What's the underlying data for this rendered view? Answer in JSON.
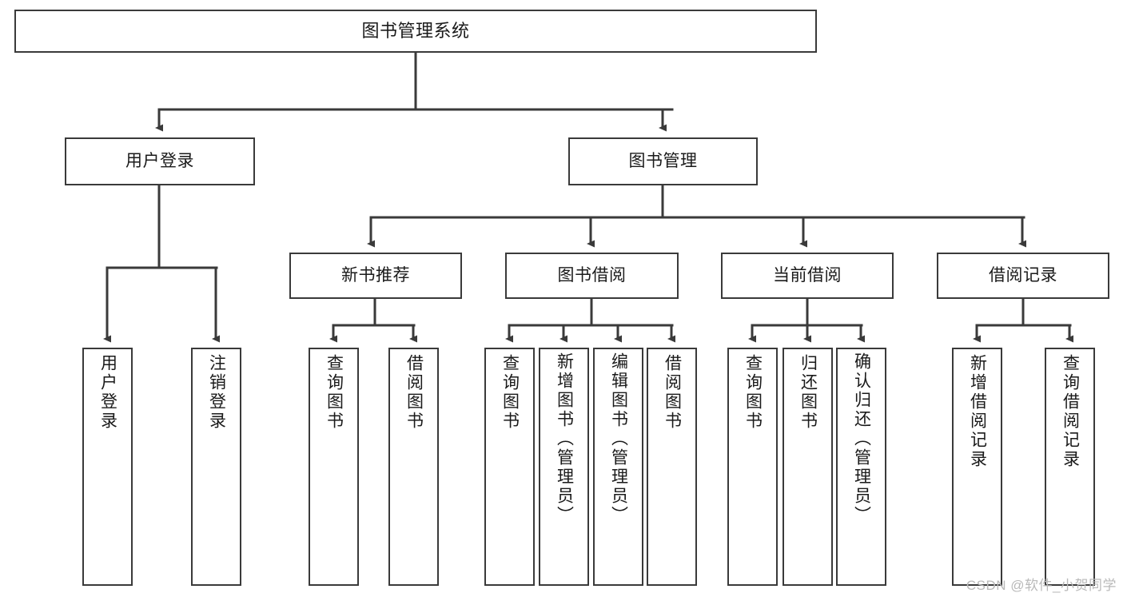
{
  "diagram": {
    "type": "tree-hierarchy",
    "title": "图书管理系统",
    "watermark": "CSDN @软件_小贺同学",
    "colors": {
      "stroke": "#3a3a3a",
      "fill": "#ffffff",
      "text": "#1a1a1a",
      "watermark": "#b9b9b9"
    },
    "levels": {
      "level0": [
        "图书管理系统"
      ],
      "level1": [
        "用户登录",
        "图书管理"
      ],
      "level2": [
        "新书推荐",
        "图书借阅",
        "当前借阅",
        "借阅记录"
      ],
      "level3": [
        "用户登录",
        "注销登录",
        "查询图书",
        "借阅图书",
        "查询图书",
        "新增图书（管理员）",
        "编辑图书（管理员）",
        "借阅图书",
        "查询图书",
        "归还图书",
        "确认归还（管理员）",
        "新增借阅记录",
        "查询借阅记录"
      ]
    },
    "nodes": {
      "root": {
        "label": "图书管理系统"
      },
      "user_login": {
        "label": "用户登录"
      },
      "book_manage": {
        "label": "图书管理"
      },
      "new_book_rec": {
        "label": "新书推荐"
      },
      "book_borrow": {
        "label": "图书借阅"
      },
      "current_borrow": {
        "label": "当前借阅"
      },
      "borrow_record": {
        "label": "借阅记录"
      },
      "leaf_user_login": {
        "label": "用户登录"
      },
      "leaf_logout": {
        "label": "注销登录"
      },
      "leaf_query_book_1": {
        "label": "查询图书"
      },
      "leaf_borrow_book_1": {
        "label": "借阅图书"
      },
      "leaf_query_book_2": {
        "label": "查询图书"
      },
      "leaf_add_book": {
        "label": "新增图书（管理员）"
      },
      "leaf_edit_book": {
        "label": "编辑图书（管理员）"
      },
      "leaf_borrow_book_2": {
        "label": "借阅图书"
      },
      "leaf_query_book_3": {
        "label": "查询图书"
      },
      "leaf_return_book": {
        "label": "归还图书"
      },
      "leaf_confirm_return": {
        "label": "确认归还（管理员）"
      },
      "leaf_add_record": {
        "label": "新增借阅记录"
      },
      "leaf_query_record": {
        "label": "查询借阅记录"
      }
    },
    "edges": [
      {
        "from": "root",
        "to": "user_login"
      },
      {
        "from": "root",
        "to": "book_manage"
      },
      {
        "from": "user_login",
        "to": "leaf_user_login"
      },
      {
        "from": "user_login",
        "to": "leaf_logout"
      },
      {
        "from": "book_manage",
        "to": "new_book_rec"
      },
      {
        "from": "book_manage",
        "to": "book_borrow"
      },
      {
        "from": "book_manage",
        "to": "current_borrow"
      },
      {
        "from": "book_manage",
        "to": "borrow_record"
      },
      {
        "from": "new_book_rec",
        "to": "leaf_query_book_1"
      },
      {
        "from": "new_book_rec",
        "to": "leaf_borrow_book_1"
      },
      {
        "from": "book_borrow",
        "to": "leaf_query_book_2"
      },
      {
        "from": "book_borrow",
        "to": "leaf_add_book"
      },
      {
        "from": "book_borrow",
        "to": "leaf_edit_book"
      },
      {
        "from": "book_borrow",
        "to": "leaf_borrow_book_2"
      },
      {
        "from": "current_borrow",
        "to": "leaf_query_book_3"
      },
      {
        "from": "current_borrow",
        "to": "leaf_return_book"
      },
      {
        "from": "current_borrow",
        "to": "leaf_confirm_return"
      },
      {
        "from": "borrow_record",
        "to": "leaf_add_record"
      },
      {
        "from": "borrow_record",
        "to": "leaf_query_record"
      }
    ]
  }
}
